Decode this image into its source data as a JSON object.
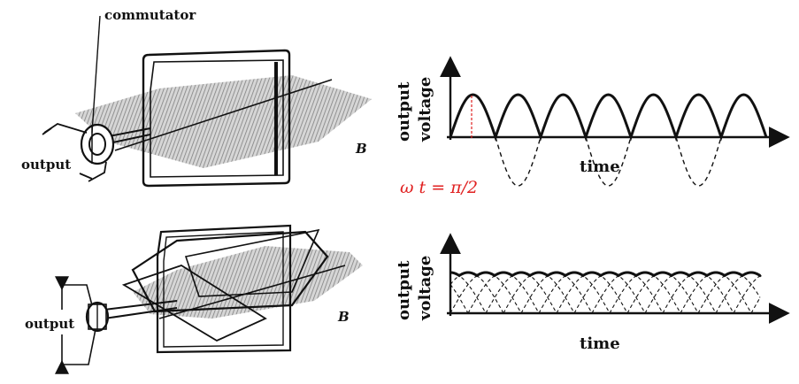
{
  "top_diagram": {
    "commutator_label": "commutator",
    "output_label": "output",
    "field_label": "B"
  },
  "bottom_diagram": {
    "output_label": "output",
    "field_label": "B"
  },
  "top_graph": {
    "ylabel_line1": "output",
    "ylabel_line2": "voltage",
    "xlabel": "time",
    "annotation": "ω t = π/2",
    "pulses": 7,
    "annotation_color": "#e02020"
  },
  "bottom_graph": {
    "ylabel_line1": "output",
    "ylabel_line2": "voltage",
    "xlabel": "time"
  }
}
